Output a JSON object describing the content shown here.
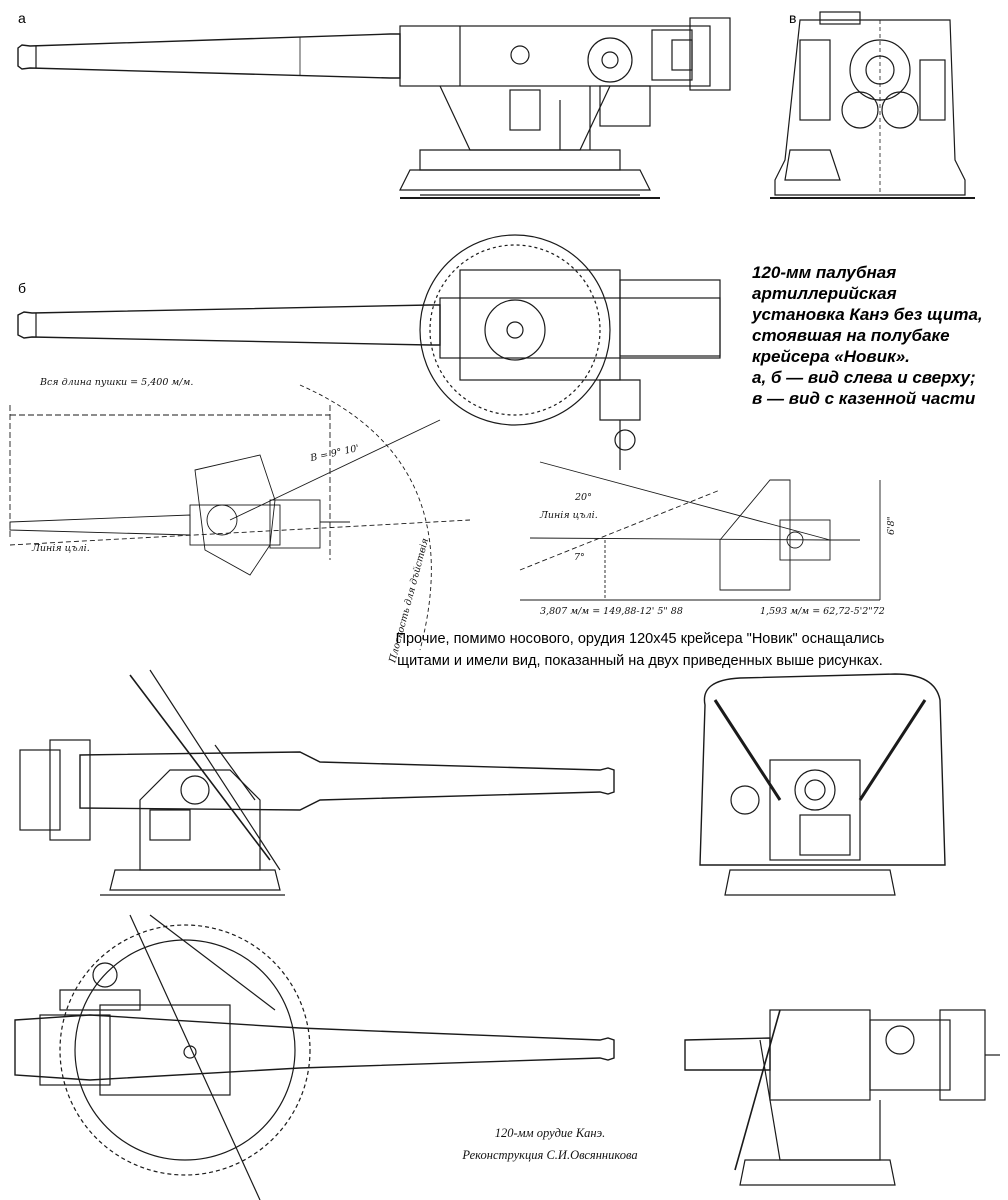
{
  "panel_labels": {
    "a": "а",
    "b": "б",
    "v": "в"
  },
  "caption": {
    "lines": [
      "120-мм палубная",
      "артиллерийская",
      "установка Канэ без щита,",
      "стоявшая на полубаке",
      "крейсера «Новик».",
      "а, б — вид слева и сверху;",
      "в — вид с казенной части"
    ]
  },
  "note": {
    "lines": [
      "Прочие, помимо носового, орудия 120х45 крейсера \"Новик\" оснащались",
      "щитами и имели вид, показанный на двух приведенных выше рисунках."
    ]
  },
  "credit": {
    "lines": [
      "120-мм орудие Канэ.",
      "Реконструкция  С.И.Овсянникова"
    ]
  },
  "drawing_annotations": {
    "total_length": "Вся длина пушки = 5,400 м/м.",
    "line_of_fire_left": "Линія цълі.",
    "line_of_fire_right": "Линія цълі.",
    "angle_9_10": "В = 9° 10'",
    "angle_20": "20°",
    "angle_7": "7°",
    "dim_left": "3,807 м/м = 149,88-12' 5\" 88",
    "dim_right": "1,593 м/м = 62,72-5'2\"72",
    "height_right": "6'8\"",
    "arc_label": "Плоскость для дъйствія"
  },
  "colors": {
    "ink": "#1a1a1a",
    "paper": "#ffffff",
    "grey": "#555555"
  }
}
